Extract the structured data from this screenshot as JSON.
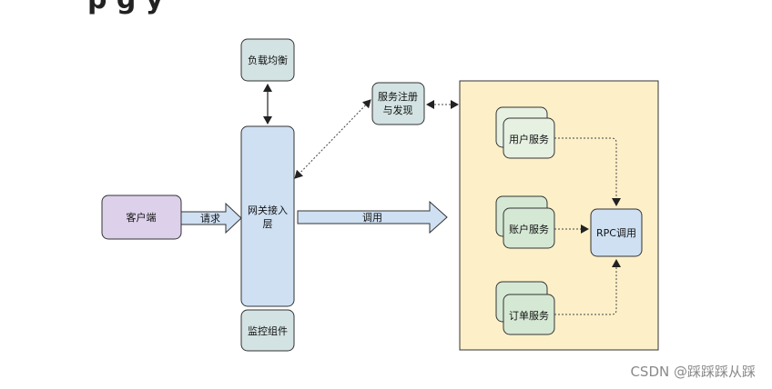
{
  "heading_fragment": "p g         y",
  "watermark": "CSDN @踩踩踩从踩",
  "nodes": {
    "client": "客户端",
    "load_balance": "负载均衡",
    "registry_line1": "服务注册",
    "registry_line2": "与发现",
    "gateway_line1": "网关接入",
    "gateway_line2": "层",
    "monitor": "监控组件",
    "user_service": "用户服务",
    "account_service": "账户服务",
    "order_service": "订单服务",
    "rpc": "RPC调用"
  },
  "edges": {
    "request": "请求",
    "invoke": "调用"
  },
  "colors": {
    "client_fill": "#dcd0ea",
    "gateway_fill": "#cfe0f3",
    "gray_fill": "#d3e2e2",
    "service_fill": "#d5e8d4",
    "service_back_fill": "#e6f1e2",
    "container_fill": "#fdf0c8",
    "stroke": "#333333"
  }
}
